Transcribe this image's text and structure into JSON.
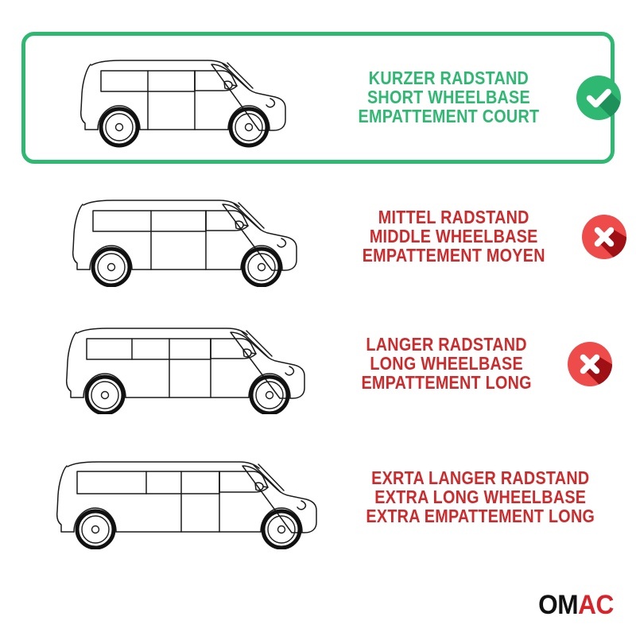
{
  "page": {
    "background": "#ffffff",
    "brand_green": "#2EB872",
    "brand_red": "#CE2A2C"
  },
  "rows": [
    {
      "id": "short-wheelbase",
      "selected": true,
      "van_alt": "short-wheelbase-van",
      "lines": [
        "KURZER RADSTAND",
        "SHORT WHEELBASE",
        "EMPATTEMENT COURT"
      ],
      "text_color": "#2EB872",
      "status": "available",
      "status_icon": "check-circle-icon",
      "icon_color": "#2EB872",
      "icon_shadow": "#1E9059"
    },
    {
      "id": "middle-wheelbase",
      "selected": false,
      "van_alt": "middle-wheelbase-van",
      "lines": [
        "MITTEL RADSTAND",
        "MIDDLE WHEELBASE",
        "EMPATTEMENT MOYEN"
      ],
      "text_color": "#CE2A2C",
      "status": "unavailable",
      "status_icon": "x-circle-icon",
      "icon_color": "#EE4B4B",
      "icon_shadow": "#9E1014"
    },
    {
      "id": "long-wheelbase",
      "selected": false,
      "van_alt": "long-wheelbase-van",
      "lines": [
        "LANGER RADSTAND",
        "LONG WHEELBASE",
        "EMPATTEMENT LONG"
      ],
      "text_color": "#CE2A2C",
      "status": "unavailable",
      "status_icon": "x-circle-icon",
      "icon_color": "#EE4B4B",
      "icon_shadow": "#9E1014"
    },
    {
      "id": "extra-long-wheelbase",
      "selected": false,
      "van_alt": "extra-long-wheelbase-van",
      "lines": [
        "EXRTA LANGER RADSTAND",
        "EXTRA LONG WHEELBASE",
        "EXTRA EMPATTEMENT LONG"
      ],
      "text_color": "#CE2A2C",
      "status": "unavailable",
      "status_icon": "x-circle-icon",
      "icon_color": "#EE4B4B",
      "icon_shadow": "#9E1014"
    }
  ],
  "logo": {
    "name": "omac-logo",
    "dark_part": "OM",
    "accent_part": "AC",
    "dark_color": "#111111",
    "accent_color": "#D8232A"
  }
}
